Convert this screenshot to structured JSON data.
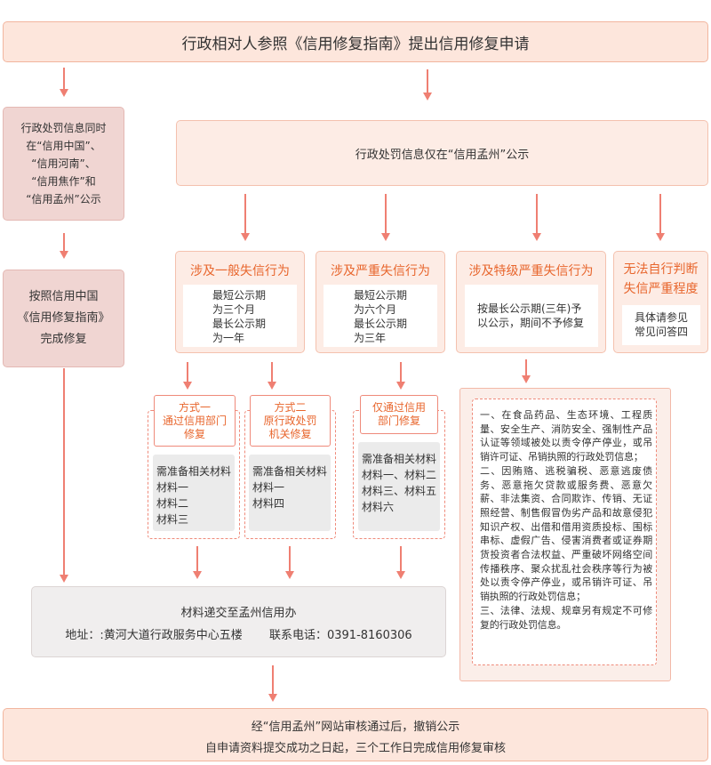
{
  "top_title": "行政相对人参照《信用修复指南》提出信用修复申请",
  "left": {
    "publish_note": "行政处罚信息同时\n在“信用中国”、\n“信用河南”、\n“信用焦作”和\n“信用孟州”公示",
    "repair_note": "按照信用中国\n《信用修复指南》\n完成修复"
  },
  "mengzhou_only": "行政处罚信息仅在“信用孟州”公示",
  "categories": [
    {
      "title": "涉及一般失信行为",
      "body": "最短公示期\n为三个月\n最长公示期\n为一年"
    },
    {
      "title": "涉及严重失信行为",
      "body": "最短公示期\n为六个月\n最长公示期\n为三年"
    },
    {
      "title": "涉及特级严重失信行为",
      "body": "按最长公示期(三年)予\n以公示，期间不予修复"
    },
    {
      "title": "无法自行判断\n失信严重程度",
      "body": "具体请参见\n常见问答四"
    }
  ],
  "methods": [
    {
      "title": "方式一\n通过信用部门\n修复",
      "materials": "需准备相关材料\n材料一\n材料二\n材料三"
    },
    {
      "title": "方式二\n原行政处罚\n机关修复",
      "materials": "需准备相关材料\n材料一\n材料四"
    },
    {
      "title": "仅通过信用\n部门修复",
      "materials": "需准备相关材料\n材料一、材料二\n材料三、材料五\n材料六"
    }
  ],
  "special_list": "一、在食品药品、生态环境、工程质量、安全生产、消防安全、强制性产品认证等领域被处以责令停产停业，或吊销许可证、吊销执照的行政处罚信息；\n二、因贿赂、逃税骗税、恶意逃废债务、恶意拖欠贷款或服务费、恶意欠薪、非法集资、合同欺诈、传销、无证照经营、制售假冒伪劣产品和故意侵犯知识产权、出借和借用资质投标、围标串标、虚假广告、侵害消费者或证券期货投资者合法权益、严重破坏网络空间传播秩序、聚众扰乱社会秩序等行为被处以责令停产停业，或吊销许可证、吊销执照的行政处罚信息；\n三、法律、法规、规章另有规定不可修复的行政处罚信息。",
  "submit": {
    "title": "材料递交至孟州信用办",
    "address": "地址：:黄河大道行政服务中心五楼",
    "phone": "联系电话：0391-8160306"
  },
  "final": {
    "line1": "经“信用孟州”网站审核通过后，撤销公示",
    "line2": "自申请资料提交成功之日起，三个工作日完成信用修复审核"
  },
  "colors": {
    "accent": "#e8662d",
    "arrow": "#ef7f72",
    "box_fill": "#fde6dc",
    "pink_fill": "#f0d5d2"
  }
}
